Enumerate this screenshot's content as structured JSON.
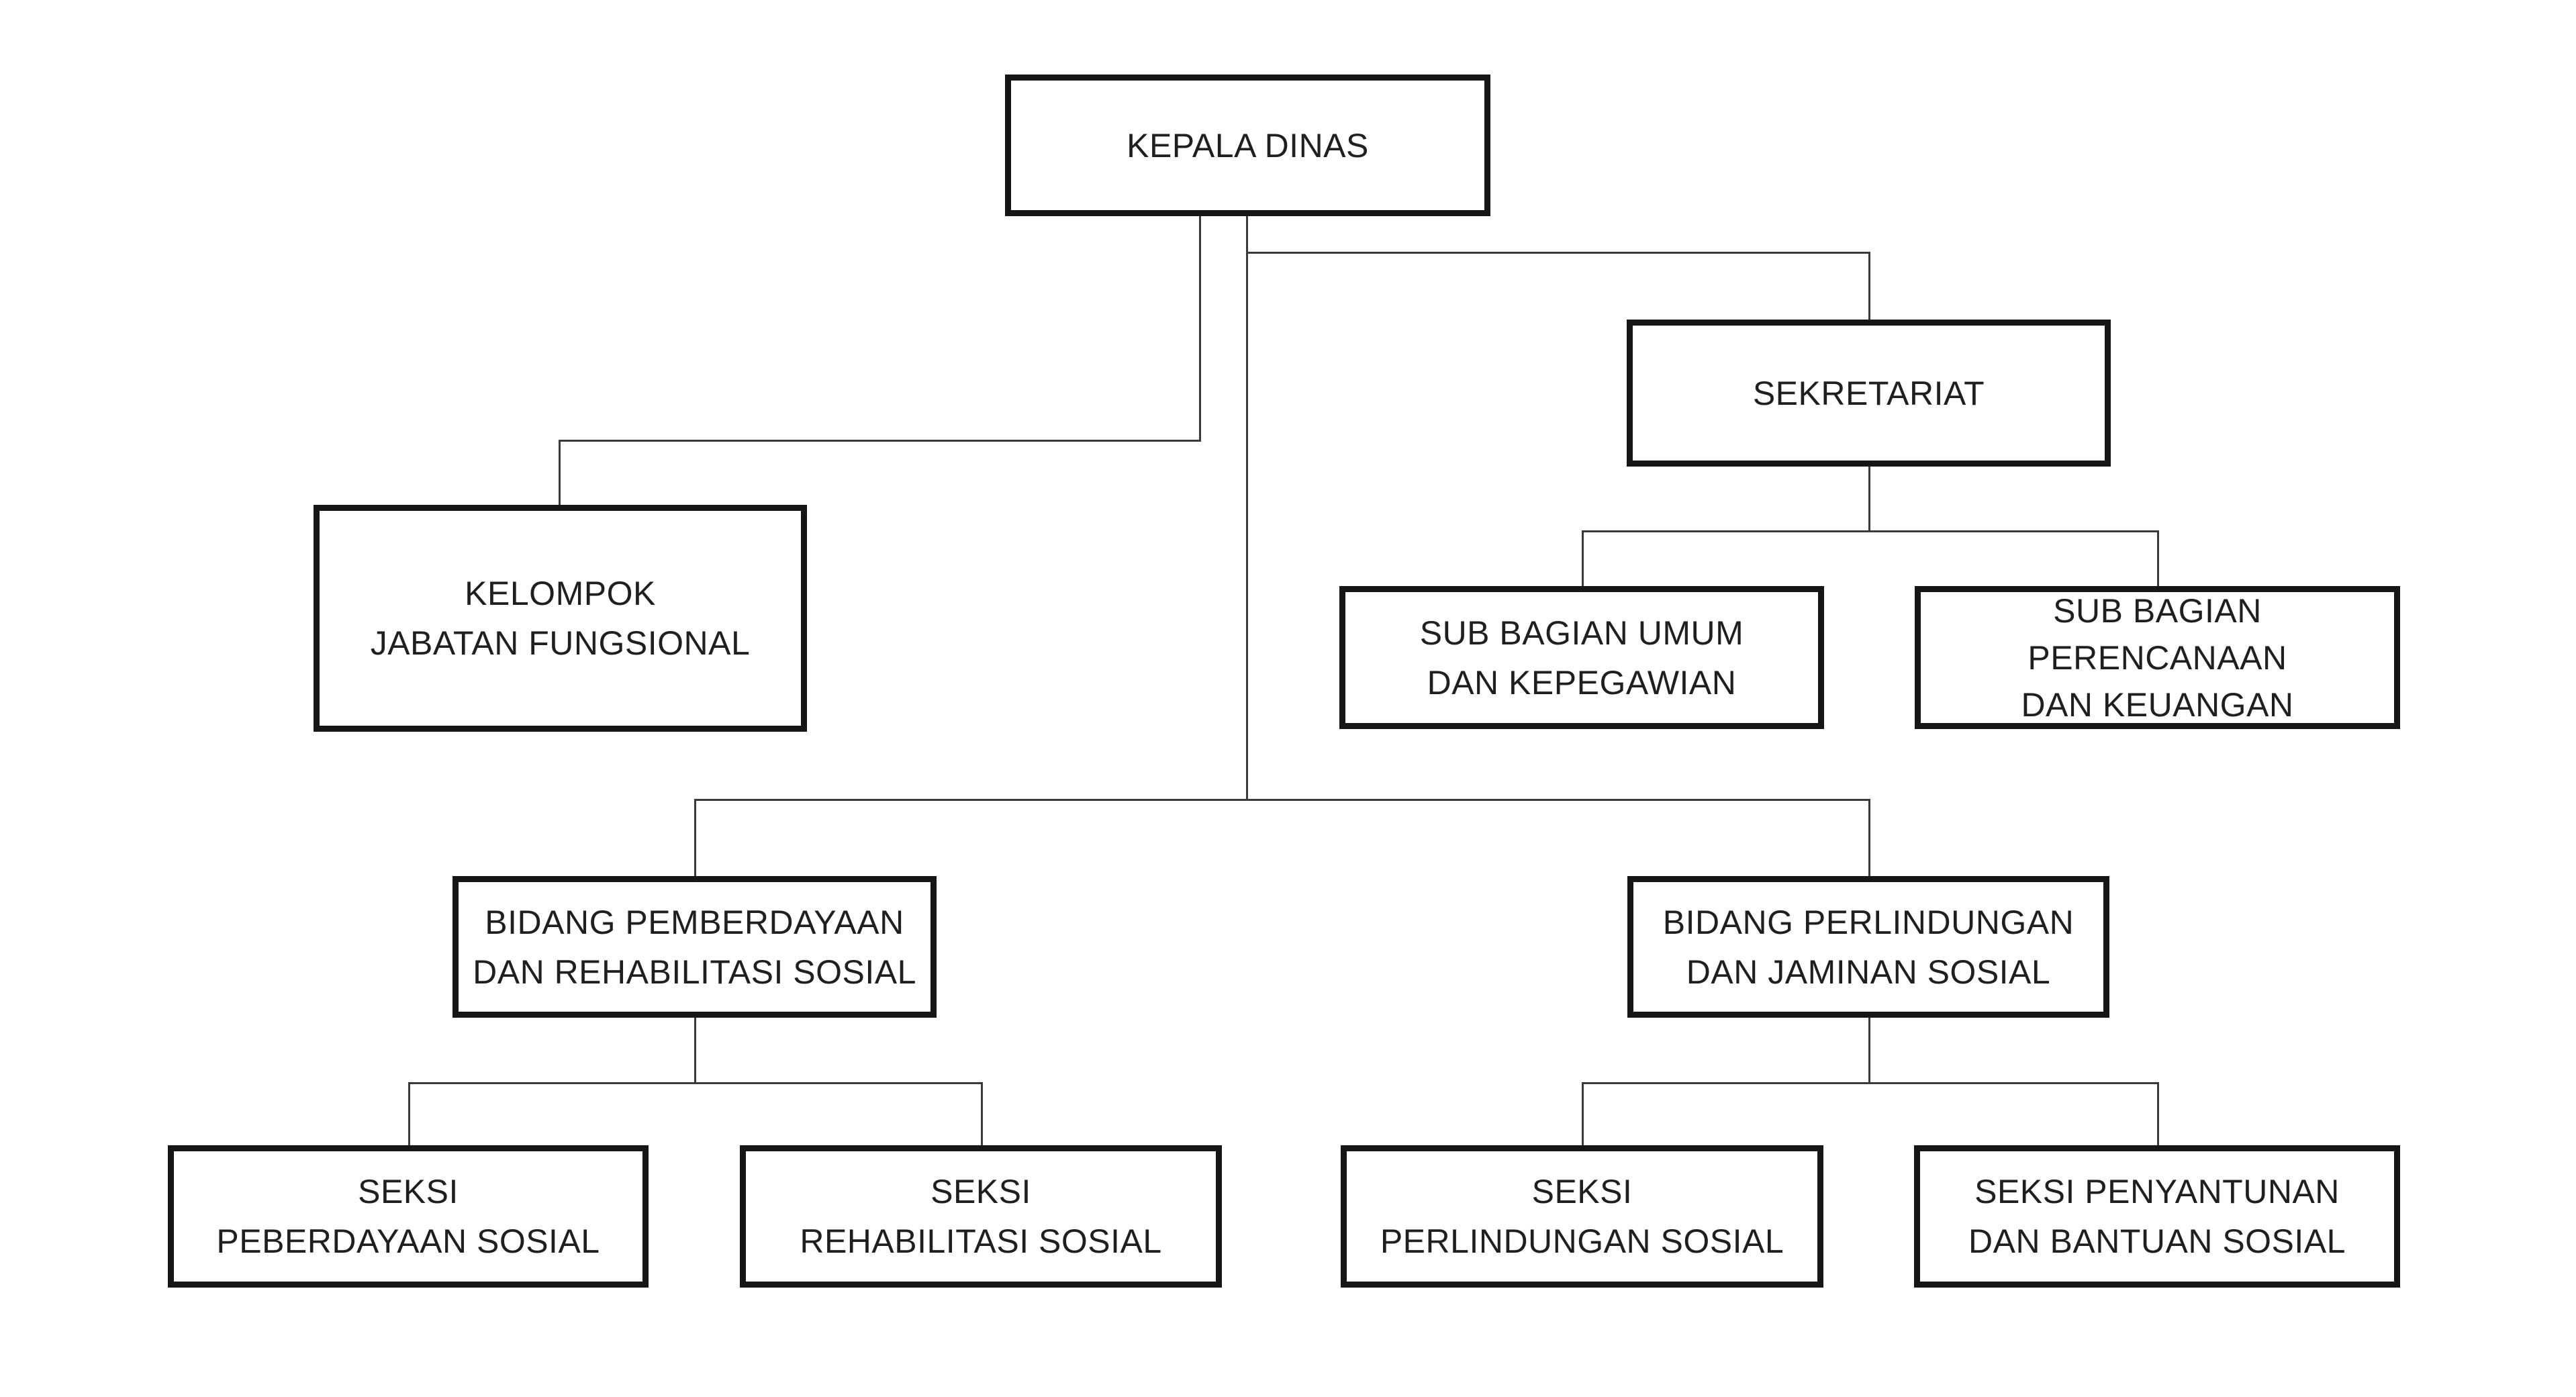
{
  "page": {
    "background": "#ffffff"
  },
  "diagram": {
    "type": "org-chart",
    "connector_color": "#3a3a3a",
    "box_border_color": "#161616",
    "box_fill_color": "#ffffff",
    "text_color": "#1f1f1f",
    "nodes": {
      "kepala_dinas": {
        "label": "KEPALA DINAS",
        "lines": [
          "KEPALA DINAS"
        ]
      },
      "kelompok_jabatan_fungsional": {
        "label": "KELOMPOK JABATAN FUNGSIONAL",
        "lines": [
          "KELOMPOK",
          "JABATAN FUNGSIONAL"
        ]
      },
      "sekretariat": {
        "label": "SEKRETARIAT",
        "lines": [
          "SEKRETARIAT"
        ]
      },
      "sub_bagian_umum": {
        "label": "SUB BAGIAN UMUM DAN KEPEGAWIAN",
        "lines": [
          "SUB BAGIAN UMUM",
          "DAN KEPEGAWIAN"
        ]
      },
      "sub_bagian_perencanaan": {
        "label": "SUB BAGIAN PERENCANAAN DAN KEUANGAN",
        "lines": [
          "SUB BAGIAN",
          "PERENCANAAN",
          "DAN KEUANGAN"
        ]
      },
      "bidang_pemberdayaan": {
        "label": "BIDANG PEMBERDAYAAN DAN REHABILITASI SOSIAL",
        "lines": [
          "BIDANG PEMBERDAYAAN",
          "DAN REHABILITASI SOSIAL"
        ]
      },
      "bidang_perlindungan": {
        "label": "BIDANG PERLINDUNGAN DAN JAMINAN SOSIAL",
        "lines": [
          "BIDANG PERLINDUNGAN",
          "DAN JAMINAN SOSIAL"
        ]
      },
      "seksi_peberdayaan": {
        "label": "SEKSI PEBERDAYAAN SOSIAL",
        "lines": [
          "SEKSI",
          "PEBERDAYAAN SOSIAL"
        ]
      },
      "seksi_rehabilitasi": {
        "label": "SEKSI REHABILITASI SOSIAL",
        "lines": [
          "SEKSI",
          "REHABILITASI SOSIAL"
        ]
      },
      "seksi_perlindungan": {
        "label": "SEKSI PERLINDUNGAN SOSIAL",
        "lines": [
          "SEKSI",
          "PERLINDUNGAN SOSIAL"
        ]
      },
      "seksi_penyantunan": {
        "label": "SEKSI PENYANTUNAN DAN BANTUAN SOSIAL",
        "lines": [
          "SEKSI PENYANTUNAN",
          "DAN BANTUAN SOSIAL"
        ]
      }
    },
    "edges": [
      {
        "from": "kepala_dinas",
        "to": "kelompok_jabatan_fungsional"
      },
      {
        "from": "kepala_dinas",
        "to": "sekretariat"
      },
      {
        "from": "kepala_dinas",
        "to": "bidang_pemberdayaan"
      },
      {
        "from": "kepala_dinas",
        "to": "bidang_perlindungan"
      },
      {
        "from": "sekretariat",
        "to": "sub_bagian_umum"
      },
      {
        "from": "sekretariat",
        "to": "sub_bagian_perencanaan"
      },
      {
        "from": "bidang_pemberdayaan",
        "to": "seksi_peberdayaan"
      },
      {
        "from": "bidang_pemberdayaan",
        "to": "seksi_rehabilitasi"
      },
      {
        "from": "bidang_perlindungan",
        "to": "seksi_perlindungan"
      },
      {
        "from": "bidang_perlindungan",
        "to": "seksi_penyantunan"
      }
    ]
  }
}
